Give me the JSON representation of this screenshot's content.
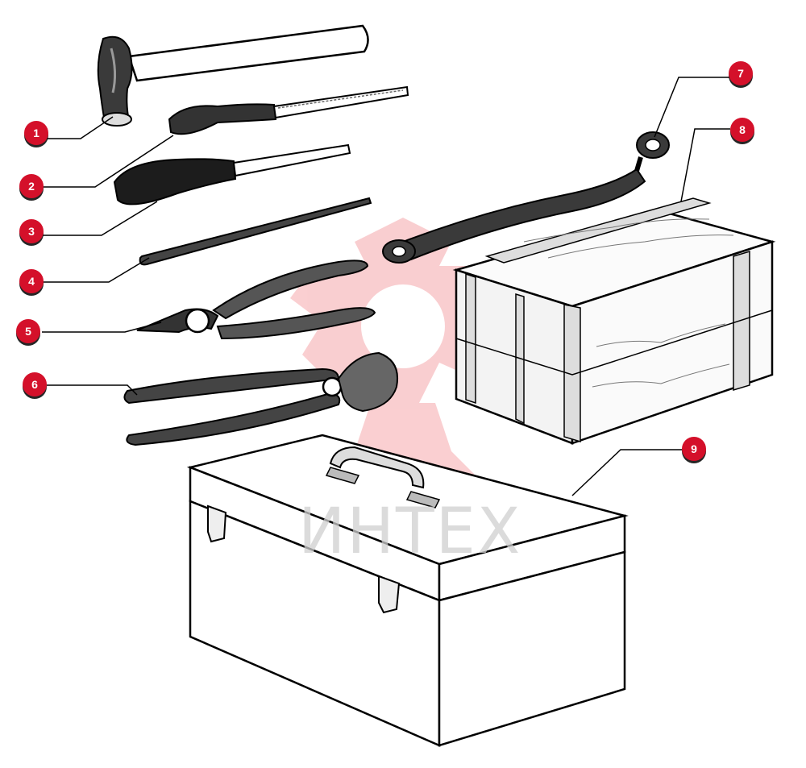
{
  "watermark": {
    "text": "ИНТЕХ",
    "color": "#e8262f"
  },
  "accent_color": "#d4102a",
  "callouts": [
    {
      "number": "1",
      "part": "hammer"
    },
    {
      "number": "2",
      "part": "screwdriver-small"
    },
    {
      "number": "3",
      "part": "screwdriver-large"
    },
    {
      "number": "4",
      "part": "pry-bar"
    },
    {
      "number": "5",
      "part": "pliers"
    },
    {
      "number": "6",
      "part": "adjustable-pliers"
    },
    {
      "number": "7",
      "part": "box-wrench"
    },
    {
      "number": "8",
      "part": "wooden-crate"
    },
    {
      "number": "9",
      "part": "tool-box"
    }
  ]
}
